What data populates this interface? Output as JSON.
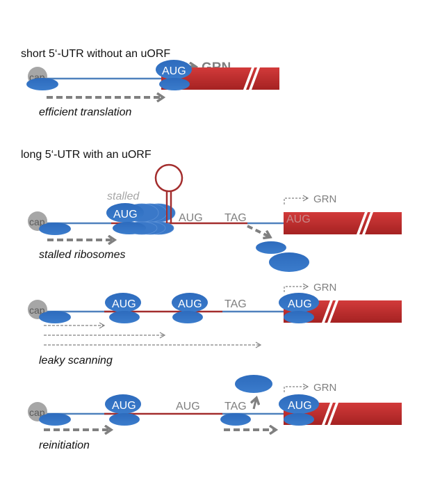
{
  "colors": {
    "ribosome": "#2f6ebf",
    "ribosome_light": "#3a7bd0",
    "mrna_blue": "#4f81bd",
    "uorf_red": "#a32d2d",
    "cds_red": "#c83232",
    "cds_red_dark": "#a82424",
    "cap_gray": "#a6a6a6",
    "arrow_gray": "#808080"
  },
  "panels": [
    {
      "id": "short-utr",
      "heading": "short 5‘-UTR without an uORF",
      "cap_label": "cap",
      "ribosome_label": "AUG",
      "gene_label": "GRN",
      "caption": "efficient translation"
    },
    {
      "id": "stalled",
      "heading": "long 5‘-UTR with an uORF",
      "cap_label": "cap",
      "stalled_label": "stalled",
      "ribosome_label": "AUG",
      "codon_aug": "AUG",
      "codon_tag": "TAG",
      "cds_aug": "AUG",
      "gene_label": "GRN",
      "caption": "stalled ribosomes"
    },
    {
      "id": "leaky",
      "cap_label": "cap",
      "ribosome_label_1": "AUG",
      "ribosome_label_2": "AUG",
      "codon_tag": "TAG",
      "ribosome_label_3": "AUG",
      "gene_label": "GRN",
      "caption": "leaky scanning"
    },
    {
      "id": "reinitiation",
      "cap_label": "cap",
      "ribosome_label_1": "AUG",
      "codon_aug": "AUG",
      "codon_tag": "TAG",
      "ribosome_label_3": "AUG",
      "gene_label": "GRN",
      "caption": "reinitiation"
    }
  ]
}
